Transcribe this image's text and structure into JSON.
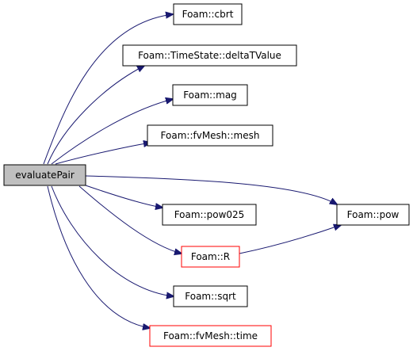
{
  "graph": {
    "nodes": [
      {
        "id": "evaluatePair",
        "label": "evaluatePair",
        "kind": "root"
      },
      {
        "id": "cbrt",
        "label": "Foam::cbrt",
        "kind": "normal"
      },
      {
        "id": "deltaTValue",
        "label": "Foam::TimeState::deltaTValue",
        "kind": "normal"
      },
      {
        "id": "mag",
        "label": "Foam::mag",
        "kind": "normal"
      },
      {
        "id": "mesh",
        "label": "Foam::fvMesh::mesh",
        "kind": "normal"
      },
      {
        "id": "pow025",
        "label": "Foam::pow025",
        "kind": "normal"
      },
      {
        "id": "R",
        "label": "Foam::R",
        "kind": "truncated"
      },
      {
        "id": "sqrt",
        "label": "Foam::sqrt",
        "kind": "normal"
      },
      {
        "id": "time",
        "label": "Foam::fvMesh::time",
        "kind": "truncated"
      },
      {
        "id": "pow",
        "label": "Foam::pow",
        "kind": "normal"
      }
    ],
    "edges": [
      {
        "from": "evaluatePair",
        "to": "cbrt"
      },
      {
        "from": "evaluatePair",
        "to": "deltaTValue"
      },
      {
        "from": "evaluatePair",
        "to": "mag"
      },
      {
        "from": "evaluatePair",
        "to": "mesh"
      },
      {
        "from": "evaluatePair",
        "to": "pow"
      },
      {
        "from": "evaluatePair",
        "to": "pow025"
      },
      {
        "from": "evaluatePair",
        "to": "R"
      },
      {
        "from": "evaluatePair",
        "to": "sqrt"
      },
      {
        "from": "evaluatePair",
        "to": "time"
      },
      {
        "from": "R",
        "to": "pow"
      }
    ]
  },
  "colors": {
    "root_fill": "#bfbfbf",
    "node_fill": "#ffffff",
    "node_border": "#000000",
    "truncated_border": "#ff0000",
    "edge": "#191970"
  }
}
